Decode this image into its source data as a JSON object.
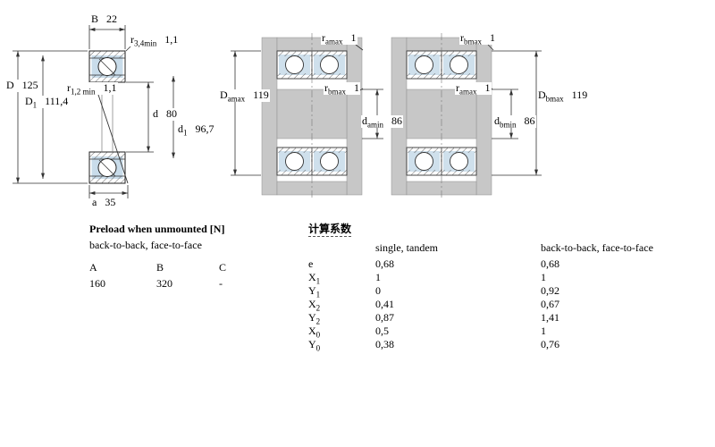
{
  "section_drawing": {
    "dims": {
      "B": {
        "sym": "B",
        "sub": "",
        "val": "22"
      },
      "r34": {
        "sym": "r",
        "sub": "3,4min",
        "val": "1,1"
      },
      "D": {
        "sym": "D",
        "sub": "",
        "val": "125"
      },
      "D1": {
        "sym": "D",
        "sub": "1",
        "val": "111,4"
      },
      "r12": {
        "sym": "r",
        "sub": "1,2 min",
        "val": "1,1"
      },
      "d": {
        "sym": "d",
        "sub": "",
        "val": "80"
      },
      "d1": {
        "sym": "d",
        "sub": "1",
        "val": "96,7"
      },
      "a": {
        "sym": "a",
        "sub": "",
        "val": "35"
      }
    }
  },
  "mount_drawing": {
    "dims": {
      "ramax_top": {
        "sym": "r",
        "sub": "amax",
        "val": "1"
      },
      "rbmax_top": {
        "sym": "r",
        "sub": "bmax",
        "val": "1"
      },
      "Damax": {
        "sym": "D",
        "sub": "amax",
        "val": "119"
      },
      "rbmax_mid": {
        "sym": "r",
        "sub": "bmax",
        "val": "1"
      },
      "ramax_mid": {
        "sym": "r",
        "sub": "amax",
        "val": "1"
      },
      "damin": {
        "sym": "d",
        "sub": "amin",
        "val": "86"
      },
      "Dbmax": {
        "sym": "D",
        "sub": "bmax",
        "val": "119"
      },
      "dbmin": {
        "sym": "d",
        "sub": "bmin",
        "val": "86"
      }
    }
  },
  "preload": {
    "title": "Preload when unmounted [N]",
    "subtitle": "back-to-back, face-to-face",
    "headers": [
      "A",
      "B",
      "C"
    ],
    "values": [
      "160",
      "320",
      "-"
    ]
  },
  "factors": {
    "title": "计算系数",
    "columns": [
      "single, tandem",
      "back-to-back, face-to-face"
    ],
    "rows": [
      {
        "sym": "e",
        "sub": "",
        "v1": "0,68",
        "v2": "0,68"
      },
      {
        "sym": "X",
        "sub": "1",
        "v1": "1",
        "v2": "1"
      },
      {
        "sym": "Y",
        "sub": "1",
        "v1": "0",
        "v2": "0,92"
      },
      {
        "sym": "X",
        "sub": "2",
        "v1": "0,41",
        "v2": "0,67"
      },
      {
        "sym": "Y",
        "sub": "2",
        "v1": "0,87",
        "v2": "1,41"
      },
      {
        "sym": "X",
        "sub": "0",
        "v1": "0,5",
        "v2": "1"
      },
      {
        "sym": "Y",
        "sub": "0",
        "v1": "0,38",
        "v2": "0,76"
      }
    ]
  }
}
